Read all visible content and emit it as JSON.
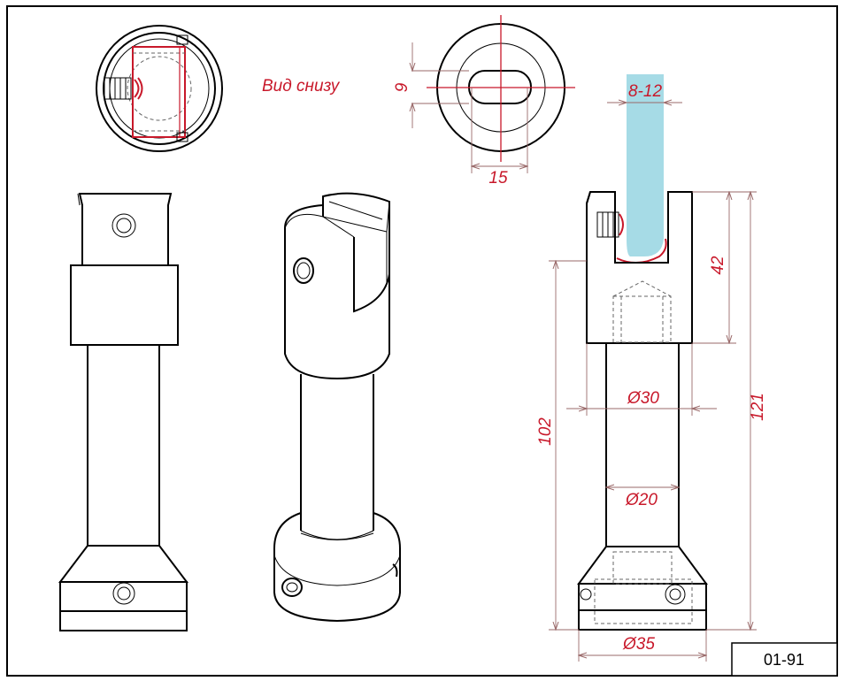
{
  "colors": {
    "dimension": "#c8182a",
    "glass": "#a6dbe6",
    "line": "#000000"
  },
  "labels": {
    "bottom_view": "Вид снизу",
    "slot_height": "9",
    "slot_width": "15",
    "glass_thickness": "8-12",
    "clamp_height": "42",
    "total_height": "121",
    "body_height": "102",
    "dia_head": "Ø30",
    "dia_tube": "Ø20",
    "dia_base": "Ø35",
    "part_code": "01-91"
  }
}
